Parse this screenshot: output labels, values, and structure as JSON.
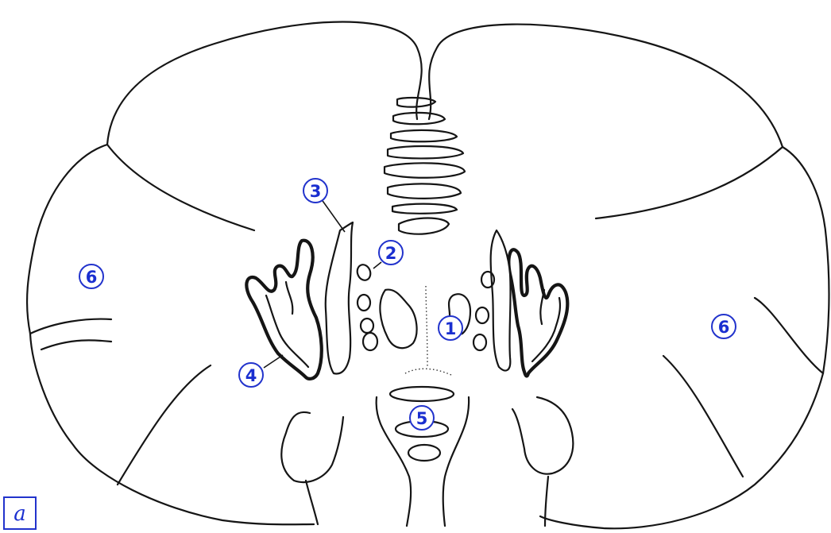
{
  "figure": {
    "panel_label": "a",
    "label_color": "#1a2fd0",
    "markers": {
      "m1": "1",
      "m2": "2",
      "m3": "3",
      "m4": "4",
      "m5": "5",
      "m6_left": "6",
      "m6_right": "6"
    }
  }
}
